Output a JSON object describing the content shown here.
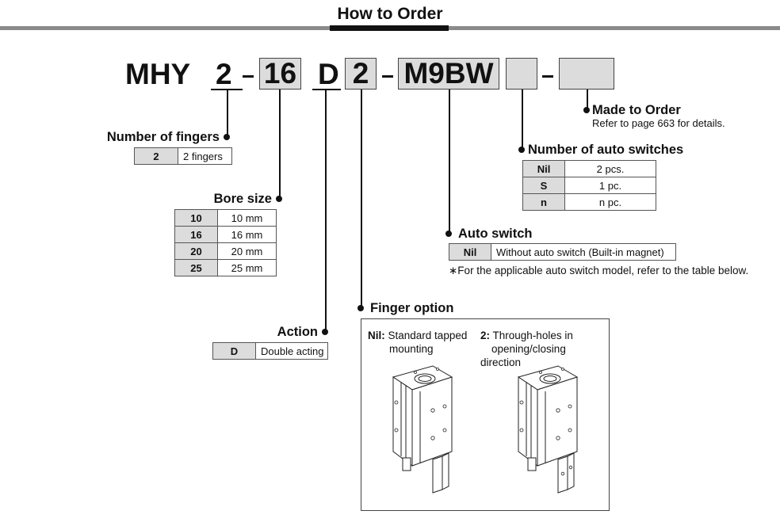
{
  "header": {
    "title": "How to Order"
  },
  "code": {
    "series": "MHY",
    "fingers": "2",
    "bore": "16",
    "action": "D",
    "finger_option": "2",
    "auto_switch": "M9BW",
    "switch_count": "",
    "made_to_order": ""
  },
  "fingers": {
    "label": "Number of fingers",
    "rows": [
      {
        "key": "2",
        "value": "2 fingers"
      }
    ]
  },
  "bore": {
    "label": "Bore size",
    "rows": [
      {
        "key": "10",
        "value": "10 mm"
      },
      {
        "key": "16",
        "value": "16 mm"
      },
      {
        "key": "20",
        "value": "20 mm"
      },
      {
        "key": "25",
        "value": "25 mm"
      }
    ]
  },
  "action": {
    "label": "Action",
    "rows": [
      {
        "key": "D",
        "value": "Double acting"
      }
    ]
  },
  "finger_option": {
    "label": "Finger option",
    "nil_key": "Nil:",
    "nil_text_1": "Standard tapped",
    "nil_text_2": "mounting",
    "opt2_key": "2:",
    "opt2_text_1": "Through-holes in",
    "opt2_text_2": "opening/closing direction"
  },
  "auto_switch": {
    "label": "Auto switch",
    "rows": [
      {
        "key": "Nil",
        "value": "Without auto switch (Built-in magnet)"
      }
    ],
    "note": "∗For the applicable auto switch model, refer to the table below."
  },
  "switch_count": {
    "label": "Number of auto switches",
    "rows": [
      {
        "key": "Nil",
        "value": "2 pcs."
      },
      {
        "key": "S",
        "value": "1 pc."
      },
      {
        "key": "n",
        "value": "n pc."
      }
    ]
  },
  "made_to_order": {
    "label": "Made to Order",
    "note": "Refer to page 663 for details."
  }
}
